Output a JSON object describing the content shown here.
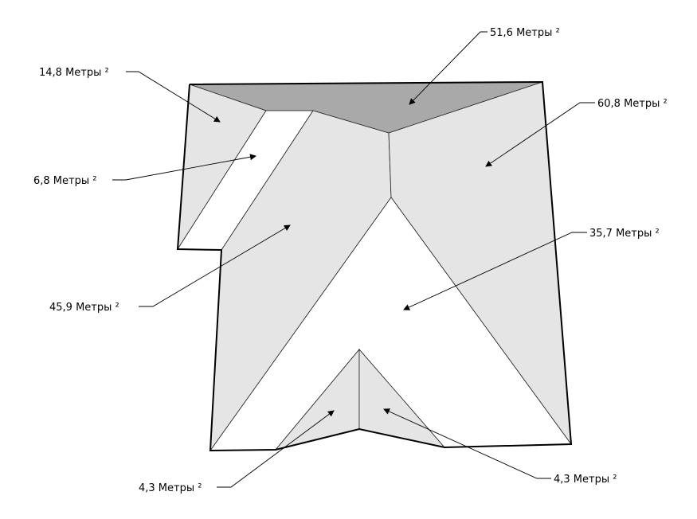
{
  "colors": {
    "light_facet": "#e5e5e5",
    "dark_facet": "#a9a9a9",
    "open_facet": "#ffffff",
    "outline": "#000000"
  },
  "facets": [
    {
      "id": "facet-top",
      "label": "51,6 Метры ²"
    },
    {
      "id": "facet-upper-left",
      "label": "14,8 Метры ²"
    },
    {
      "id": "facet-right",
      "label": "60,8 Метры ²"
    },
    {
      "id": "facet-strip",
      "label": "6,8 Метры ²"
    },
    {
      "id": "facet-center",
      "label": "35,7 Метры ²"
    },
    {
      "id": "facet-left",
      "label": "45,9 Метры ²"
    },
    {
      "id": "facet-small-left",
      "label": "4,3 Метры ²"
    },
    {
      "id": "facet-small-right",
      "label": "4,3 Метры ²"
    }
  ]
}
